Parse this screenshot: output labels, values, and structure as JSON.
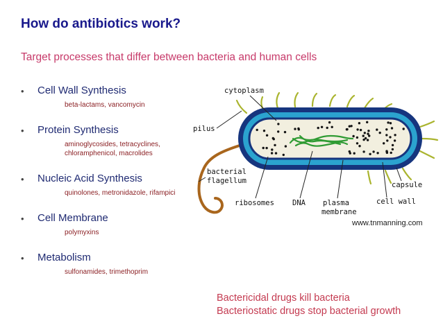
{
  "slide": {
    "title": "How do antibiotics work?",
    "subtitle": "Target processes that differ between bacteria and human cells",
    "bullet_char": "•",
    "bullets": [
      {
        "label": "Cell Wall Synthesis",
        "drugs": "beta-lactams, vancomycin"
      },
      {
        "label": "Protein Synthesis",
        "drugs": "aminoglycosides, tetracyclines,\nchloramphenicol, macrolides"
      },
      {
        "label": "Nucleic Acid Synthesis",
        "drugs": "quinolones, metronidazole, rifampici"
      },
      {
        "label": "Cell Membrane",
        "drugs": "polymyxins"
      },
      {
        "label": "Metabolism",
        "drugs": "sulfonamides, trimethoprim"
      }
    ],
    "credit": "www.tnmanning.com",
    "footer_lines": [
      "Bactericidal drugs kill bacteria",
      "Bacteriostatic drugs stop bacterial growth"
    ]
  },
  "diagram": {
    "labels": {
      "cytoplasm": "cytoplasm",
      "pilus": "pilus",
      "flagellum_line1": "bacterial",
      "flagellum_line2": "flagellum",
      "ribosomes": "ribosomes",
      "dna": "DNA",
      "plasma_line1": "plasma",
      "plasma_line2": "membrane",
      "capsule": "capsule",
      "cell_wall": "cell wall"
    }
  },
  "colors": {
    "title": "#19198c",
    "subtitle": "#c73a6a",
    "bullet": "#1f2a72",
    "drugs": "#8b2024",
    "footer": "#c43a50",
    "navy": "#16357e",
    "cyan": "#2ba3cf",
    "interior": "#f2efdf",
    "dna": "#2f9b33",
    "pili": "#aab42e",
    "flagellum": "#a9661d"
  }
}
